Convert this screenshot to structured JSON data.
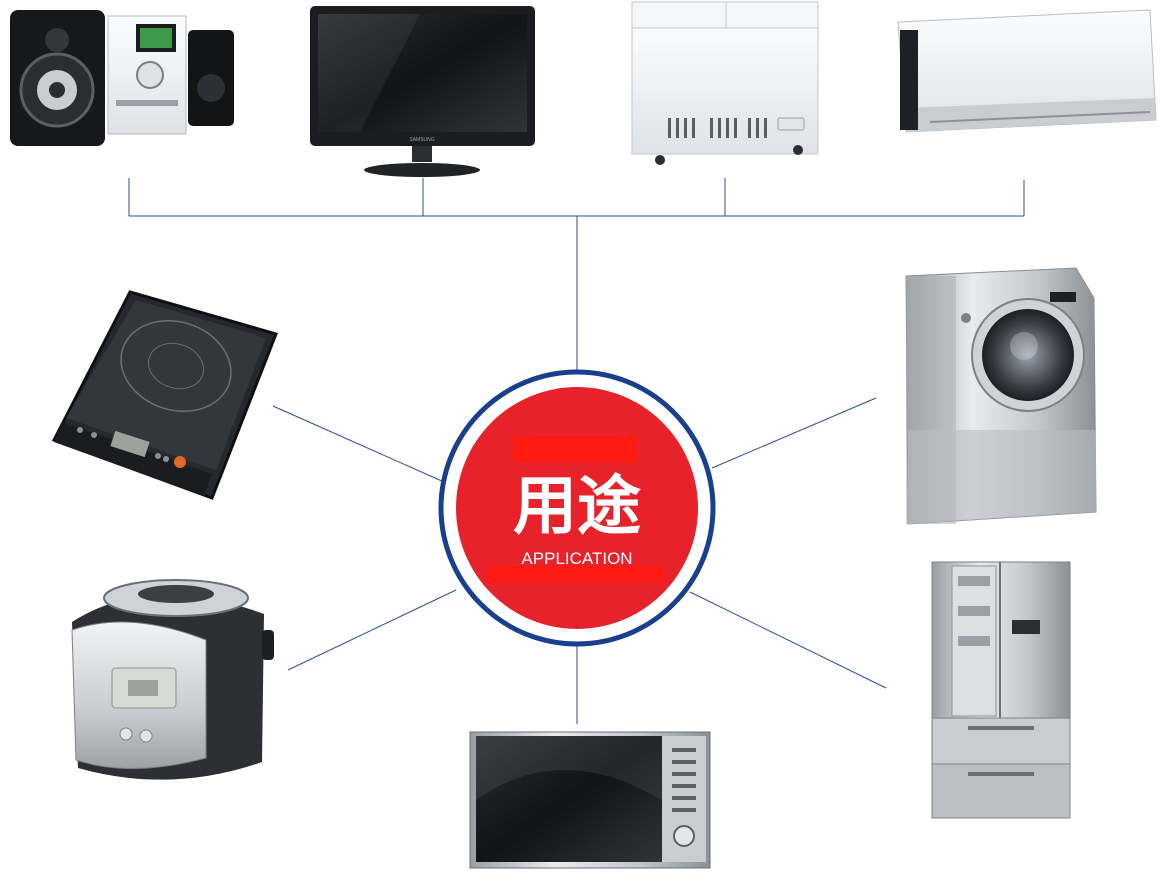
{
  "center": {
    "title": "用途",
    "subtitle": "APPLICATION",
    "colors": {
      "ring": "#1a3f8f",
      "fill": "#e8222a",
      "text": "#ffffff",
      "line": "#2a4d9a"
    }
  },
  "appliances": [
    {
      "id": "stereo",
      "icon": "stereo-system-icon"
    },
    {
      "id": "tv",
      "icon": "tv-monitor-icon",
      "brand": "SAMSUNG"
    },
    {
      "id": "freezer",
      "icon": "chest-freezer-icon"
    },
    {
      "id": "air-conditioner",
      "icon": "air-conditioner-icon"
    },
    {
      "id": "induction-cooker",
      "icon": "induction-cooker-icon"
    },
    {
      "id": "washing-machine",
      "icon": "washing-machine-icon"
    },
    {
      "id": "rice-cooker",
      "icon": "rice-cooker-icon"
    },
    {
      "id": "refrigerator",
      "icon": "refrigerator-icon"
    },
    {
      "id": "microwave",
      "icon": "microwave-oven-icon"
    }
  ]
}
